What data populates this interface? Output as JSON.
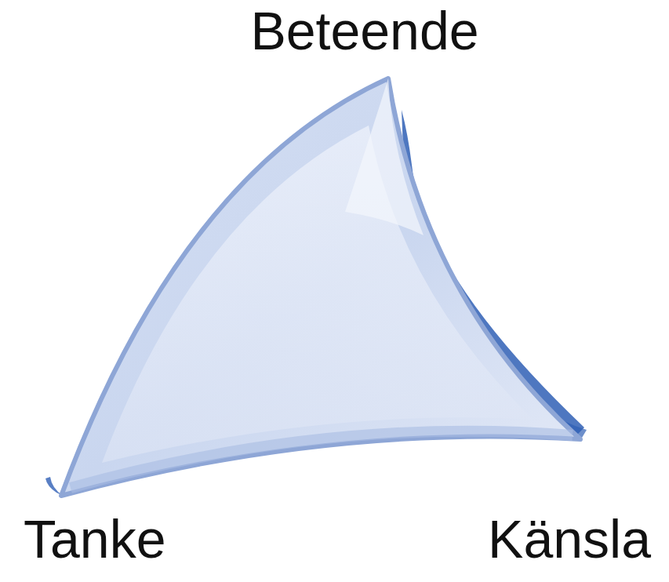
{
  "diagram": {
    "labels": [
      "Beteende",
      "Tanke",
      "Känsla"
    ]
  }
}
